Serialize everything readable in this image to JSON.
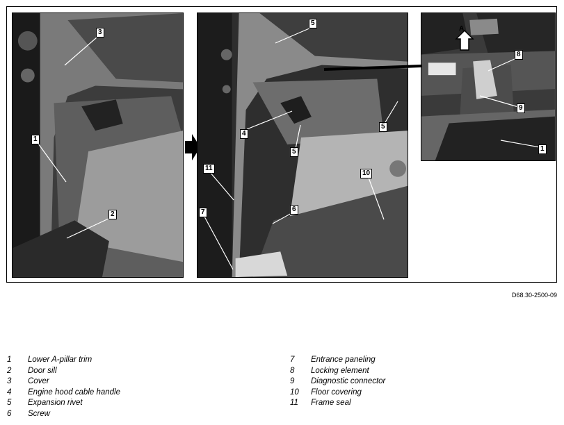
{
  "figure": {
    "code": "D68.30-2500-09",
    "callouts": {
      "left_photo": [
        "3",
        "1",
        "2"
      ],
      "middle_photo": [
        "5",
        "4",
        "5",
        "5",
        "11",
        "10",
        "6",
        "7"
      ],
      "right_photo": [
        "A",
        "8",
        "9",
        "1"
      ]
    }
  },
  "legend": {
    "left": [
      {
        "num": "1",
        "label": "Lower A-pillar trim"
      },
      {
        "num": "2",
        "label": "Door sill"
      },
      {
        "num": "3",
        "label": "Cover"
      },
      {
        "num": "4",
        "label": "Engine hood cable handle"
      },
      {
        "num": "5",
        "label": "Expansion rivet"
      },
      {
        "num": "6",
        "label": "Screw"
      }
    ],
    "right": [
      {
        "num": "7",
        "label": "Entrance paneling"
      },
      {
        "num": "8",
        "label": "Locking element"
      },
      {
        "num": "9",
        "label": "Diagnostic connector"
      },
      {
        "num": "10",
        "label": "Floor covering"
      },
      {
        "num": "11",
        "label": "Frame seal"
      }
    ]
  }
}
